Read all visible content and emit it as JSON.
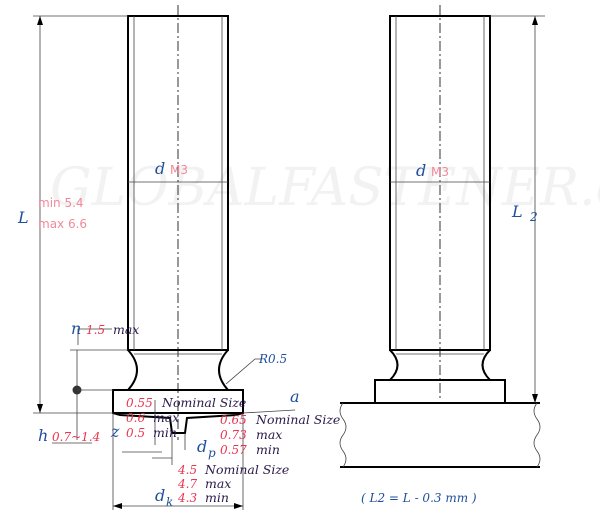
{
  "watermark": "GLOBALFASTENER.com",
  "left_view": {
    "d_symbol": "d",
    "d_value": "M3",
    "L_symbol": "L",
    "L_min": "min 5.4",
    "L_max": "max 6.6",
    "n_symbol": "n",
    "n_value": "1.5",
    "n_label": "max",
    "radius": "R0.5",
    "h_symbol": "h",
    "h_value": "0.7~1.4",
    "z_symbol": "z",
    "z_rows": [
      {
        "value": "0.55",
        "label": "Nominal Size"
      },
      {
        "value": "0.6",
        "label": "max"
      },
      {
        "value": "0.5",
        "label": "min"
      }
    ],
    "a_symbol": "a",
    "dp_symbol": "d",
    "dp_sub": "p",
    "dp_rows": [
      {
        "value": "0.65",
        "label": "Nominal Size"
      },
      {
        "value": "0.73",
        "label": "max"
      },
      {
        "value": "0.57",
        "label": "min"
      }
    ],
    "dk_symbol": "d",
    "dk_sub": "k",
    "dk_rows": [
      {
        "value": "4.5",
        "label": "Nominal Size"
      },
      {
        "value": "4.7",
        "label": "max"
      },
      {
        "value": "4.3",
        "label": "min"
      }
    ]
  },
  "right_view": {
    "d_symbol": "d",
    "d_value": "M3",
    "L2_symbol": "L",
    "L2_sub": "2",
    "note": "( L2 = L - 0.3 mm )"
  }
}
